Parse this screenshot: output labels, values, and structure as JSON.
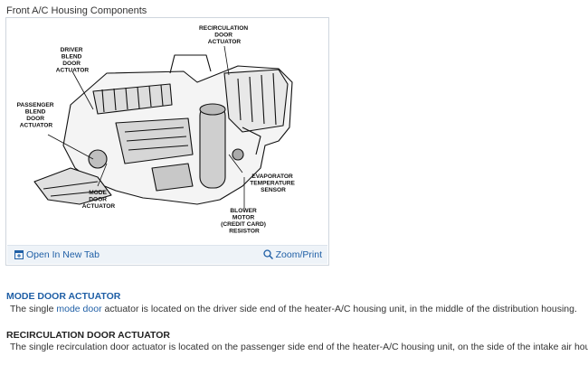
{
  "figure": {
    "title": "Front A/C Housing Components",
    "callouts": {
      "recirc": [
        "RECIRCULATION",
        "DOOR",
        "ACTUATOR"
      ],
      "driver": [
        "DRIVER",
        "BLEND",
        "DOOR",
        "ACTUATOR"
      ],
      "passenger": [
        "PASSENGER",
        "BLEND",
        "DOOR",
        "ACTUATOR"
      ],
      "mode": [
        "MODE",
        "DOOR",
        "ACTUATOR"
      ],
      "evap": [
        "EVAPORATOR",
        "TEMPERATURE",
        "SENSOR"
      ],
      "blower": [
        "BLOWER",
        "MOTOR",
        "(CREDIT CARD)",
        "RESISTOR"
      ]
    },
    "open_tab_label": "Open In New Tab",
    "zoom_label": "Zoom/Print"
  },
  "sections": [
    {
      "heading": "MODE DOOR ACTUATOR",
      "text_before": "The single ",
      "link": "mode door",
      "text_after": " actuator is located on the driver side end of the heater-A/C housing unit, in the middle of the distribution housing."
    },
    {
      "heading": "RECIRCULATION DOOR ACTUATOR",
      "text": "The single recirculation door actuator is located on the passenger side end of the heater-A/C housing unit, on the side of the intake air housing."
    }
  ]
}
